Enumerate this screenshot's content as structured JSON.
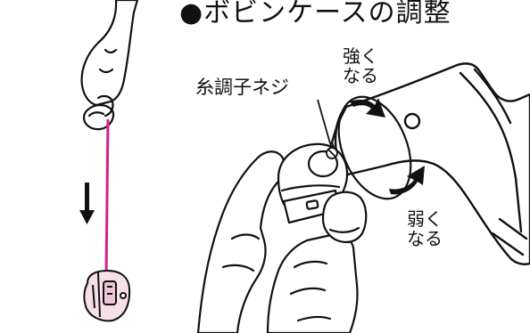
{
  "title": "●ボビンケースの調整",
  "labels": {
    "screw": "糸調子ネジ",
    "stronger": [
      "強く",
      "なる"
    ],
    "weaker": [
      "弱く",
      "なる"
    ]
  },
  "colors": {
    "thread": "#d6218a",
    "bobbin_case": "#f6dfe8",
    "line": "#111111"
  },
  "icons": {
    "down_arrow": "down-arrow-icon",
    "tighten_arrow": "curved-arrow-tighten-icon",
    "loosen_arrow": "curved-arrow-loosen-icon"
  }
}
